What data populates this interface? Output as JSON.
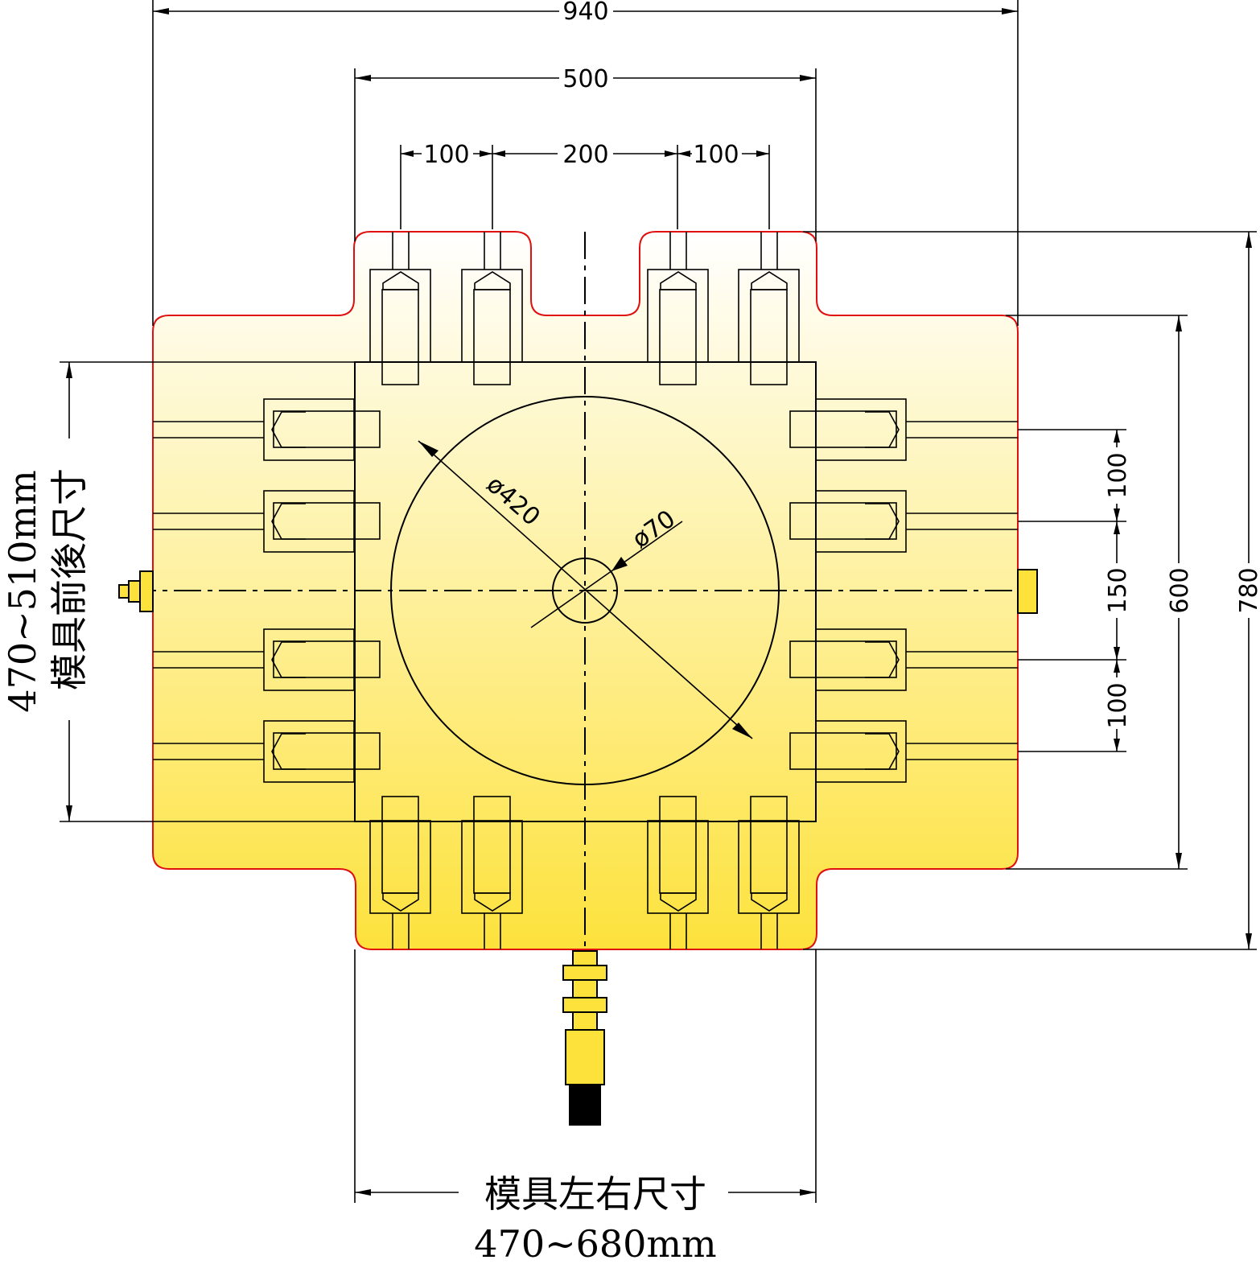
{
  "dimensions": {
    "overall_width": "940",
    "inner_width": "500",
    "pitch_left": "100",
    "pitch_mid": "200",
    "pitch_right": "100",
    "height_overall": "780",
    "height_body": "600",
    "pitch_v_top": "100",
    "pitch_v_mid": "150",
    "pitch_v_bot": "100",
    "circle_large": "ø420",
    "circle_small": "ø70"
  },
  "labels": {
    "front_back_title": "模具前後尺寸",
    "front_back_range": "470~510mm",
    "left_right_title": "模具左右尺寸",
    "left_right_range": "470~680mm"
  },
  "colors": {
    "plate_top": "#ffffff",
    "plate_bottom": "#fde23c",
    "outline": "#e01010",
    "line": "#000000"
  }
}
